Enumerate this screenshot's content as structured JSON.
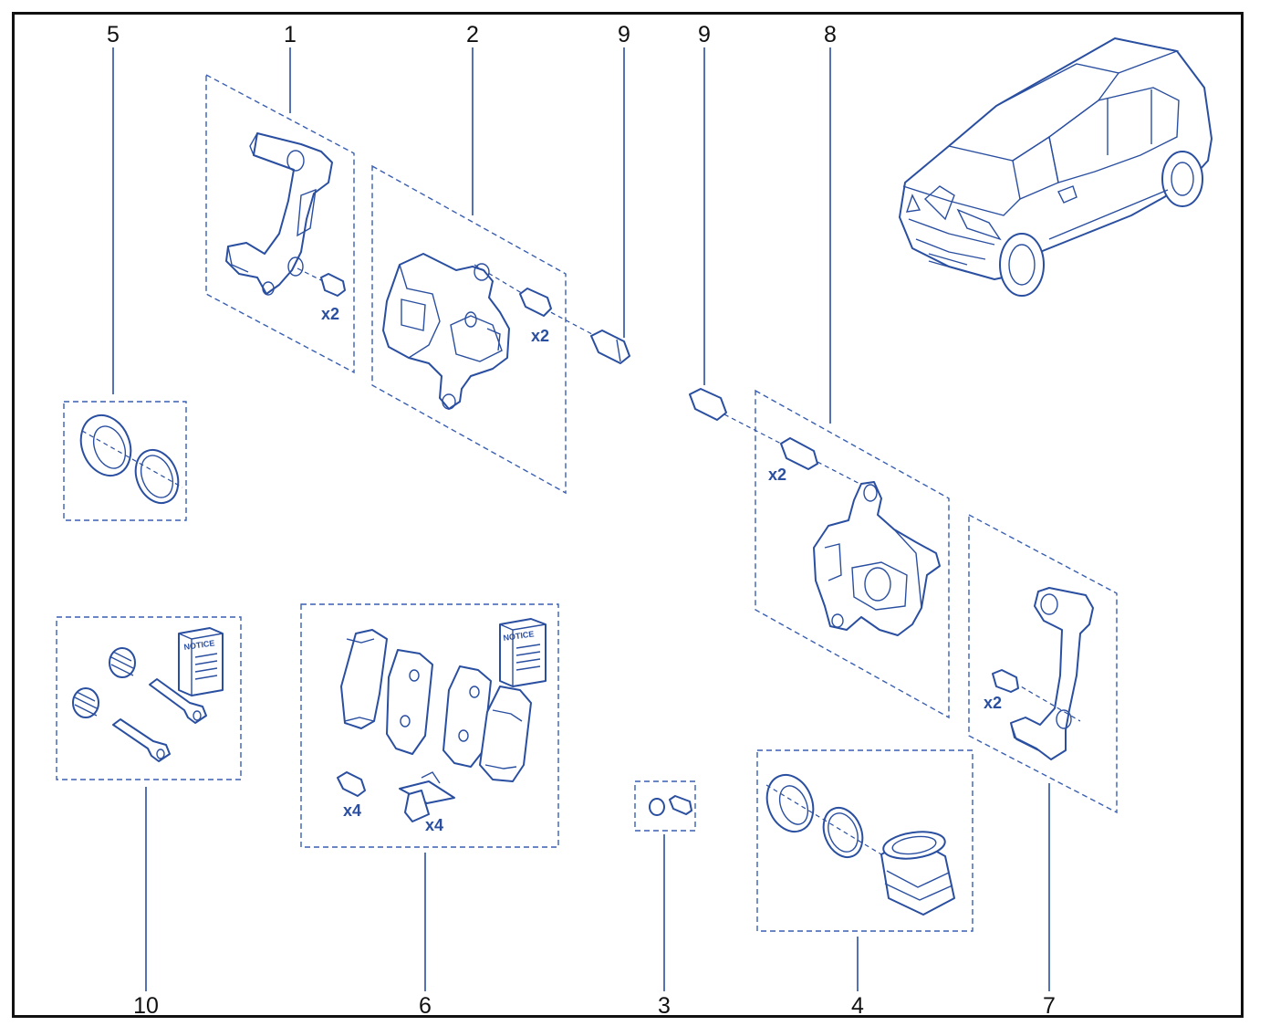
{
  "colors": {
    "line": "#2a4fa0",
    "frame": "#111111",
    "background": "#ffffff"
  },
  "callouts": {
    "c1": "1",
    "c2": "2",
    "c3": "3",
    "c4": "4",
    "c5": "5",
    "c6": "6",
    "c7": "7",
    "c8": "8",
    "c9a": "9",
    "c9b": "9",
    "c10": "10"
  },
  "quantities": {
    "bracket_bolts_left": "x2",
    "caliper_bolts_left": "x2",
    "caliper_bolts_right": "x2",
    "bracket_bolts_right": "x2",
    "pad_screws": "x4",
    "pad_clips": "x4"
  },
  "notice_labels": {
    "guide_kit": "NOTICE",
    "pad_kit": "NOTICE"
  },
  "icons": {
    "car": "suv-car-icon",
    "bracket": "caliper-bracket-icon",
    "caliper": "brake-caliper-icon",
    "pad": "brake-pad-icon",
    "bolt": "bolt-icon",
    "seal": "piston-seal-icon",
    "piston": "piston-icon",
    "booklet": "notice-booklet-icon"
  }
}
